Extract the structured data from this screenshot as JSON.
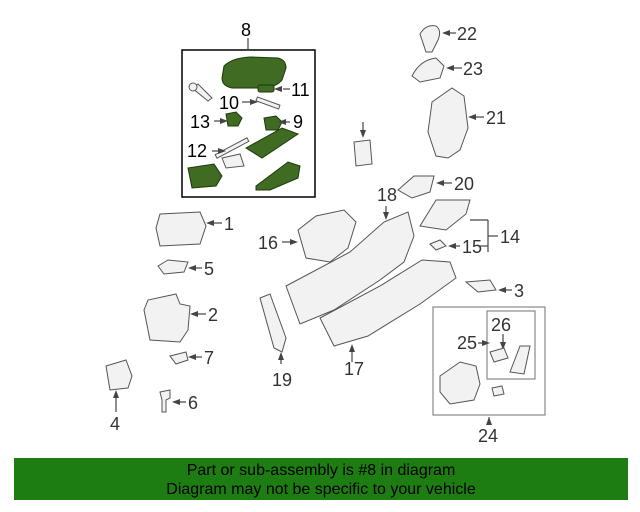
{
  "callouts": {
    "c1": "1",
    "c2": "2",
    "c3": "3",
    "c4": "4",
    "c5": "5",
    "c6": "6",
    "c7": "7",
    "c8": "8",
    "c9": "9",
    "c10": "10",
    "c11": "11",
    "c12": "12",
    "c13": "13",
    "c14": "14",
    "c15": "15",
    "c16": "16",
    "c17": "17",
    "c18": "18",
    "c19": "19",
    "c20": "20",
    "c21": "21",
    "c22": "22",
    "c23": "23",
    "c24": "24",
    "c25": "25",
    "c26": "26"
  },
  "banner": {
    "line1": "Part or sub-assembly is #8 in diagram",
    "line2": "Diagram may not be specific to your vehicle"
  },
  "colors": {
    "highlight": "#3f6b22",
    "banner": "#1e7d12"
  }
}
